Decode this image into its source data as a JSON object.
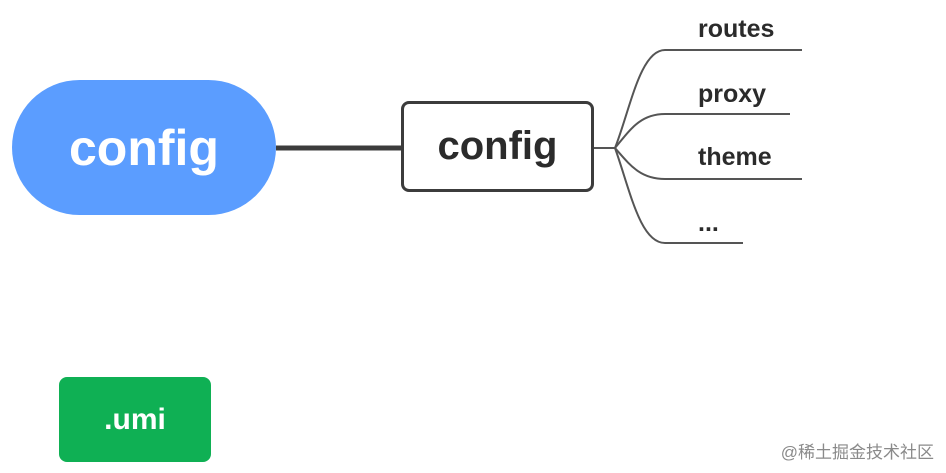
{
  "mindmap": {
    "root": {
      "label": "config",
      "color": "#5b9dff"
    },
    "config_node": {
      "label": "config"
    },
    "children": [
      {
        "label": "routes"
      },
      {
        "label": "proxy"
      },
      {
        "label": "theme"
      },
      {
        "label": "..."
      }
    ],
    "line_color": "#3c3c3c",
    "branch_color": "#555555"
  },
  "umi_node": {
    "label": ".umi",
    "color": "#0fb054"
  },
  "watermark": {
    "text": "@稀土掘金技术社区"
  }
}
